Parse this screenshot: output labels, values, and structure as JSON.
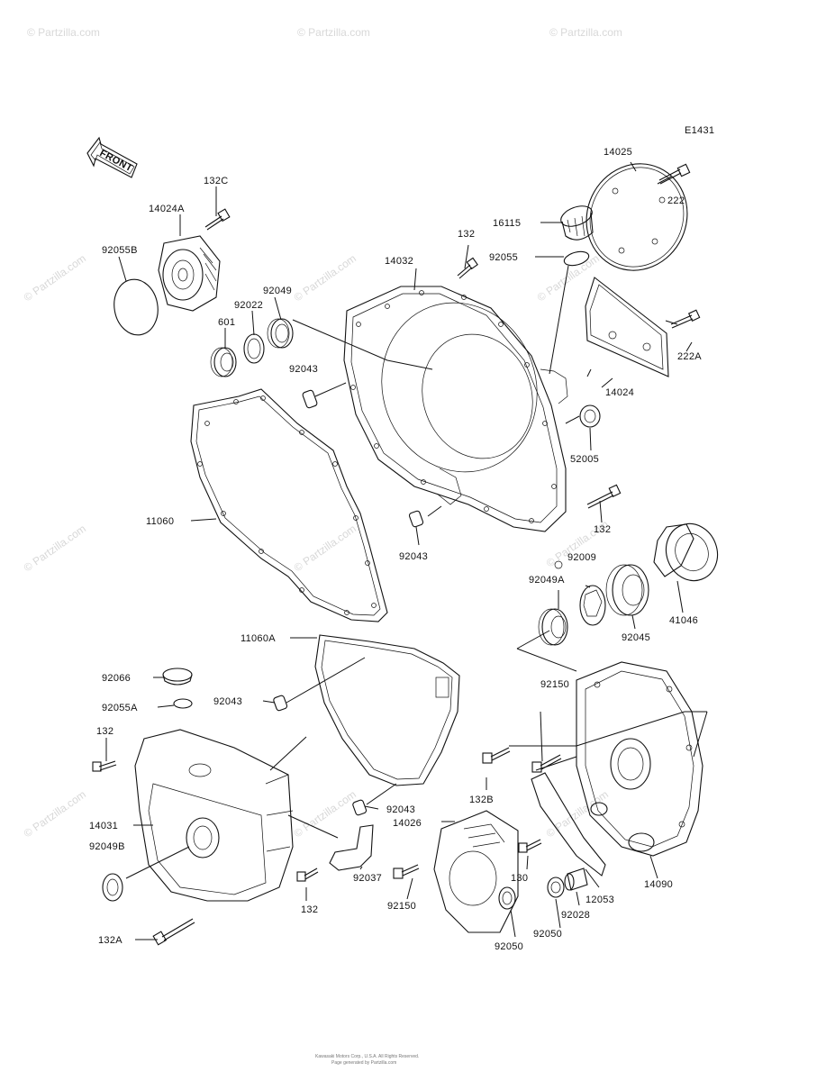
{
  "diagram": {
    "code": "E1431",
    "front_label": "FRONT",
    "footer_line1": "Kawasaki Motors Corp., U.S.A. All Rights Reserved.",
    "footer_line2": "Page generated by Partzilla.com",
    "watermark": "© Partzilla.com",
    "callouts": [
      {
        "id": "14025",
        "text": "14025"
      },
      {
        "id": "222",
        "text": "222"
      },
      {
        "id": "132c",
        "text": "132C"
      },
      {
        "id": "14024a",
        "text": "14024A"
      },
      {
        "id": "16115",
        "text": "16115"
      },
      {
        "id": "132-top",
        "text": "132"
      },
      {
        "id": "92055",
        "text": "92055"
      },
      {
        "id": "92055b",
        "text": "92055B"
      },
      {
        "id": "14032",
        "text": "14032"
      },
      {
        "id": "92049",
        "text": "92049"
      },
      {
        "id": "92022",
        "text": "92022"
      },
      {
        "id": "601",
        "text": "601"
      },
      {
        "id": "222a",
        "text": "222A"
      },
      {
        "id": "92043-a",
        "text": "92043"
      },
      {
        "id": "14024",
        "text": "14024"
      },
      {
        "id": "52005",
        "text": "52005"
      },
      {
        "id": "11060",
        "text": "11060"
      },
      {
        "id": "132-mid",
        "text": "132"
      },
      {
        "id": "92043-b",
        "text": "92043"
      },
      {
        "id": "92009",
        "text": "92009"
      },
      {
        "id": "92049a",
        "text": "92049A"
      },
      {
        "id": "41046",
        "text": "41046"
      },
      {
        "id": "92045",
        "text": "92045"
      },
      {
        "id": "11060a",
        "text": "11060A"
      },
      {
        "id": "92066",
        "text": "92066"
      },
      {
        "id": "92150-a",
        "text": "92150"
      },
      {
        "id": "92043-c",
        "text": "92043"
      },
      {
        "id": "92055a",
        "text": "92055A"
      },
      {
        "id": "132-left",
        "text": "132"
      },
      {
        "id": "132b",
        "text": "132B"
      },
      {
        "id": "92043-d",
        "text": "92043"
      },
      {
        "id": "14026",
        "text": "14026"
      },
      {
        "id": "14031",
        "text": "14031"
      },
      {
        "id": "92049b",
        "text": "92049B"
      },
      {
        "id": "92037",
        "text": "92037"
      },
      {
        "id": "130",
        "text": "130"
      },
      {
        "id": "12053",
        "text": "12053"
      },
      {
        "id": "14090",
        "text": "14090"
      },
      {
        "id": "132-bot",
        "text": "132"
      },
      {
        "id": "92150-b",
        "text": "92150"
      },
      {
        "id": "92028",
        "text": "92028"
      },
      {
        "id": "92050-a",
        "text": "92050"
      },
      {
        "id": "92050-b",
        "text": "92050"
      },
      {
        "id": "132a",
        "text": "132A"
      }
    ]
  }
}
